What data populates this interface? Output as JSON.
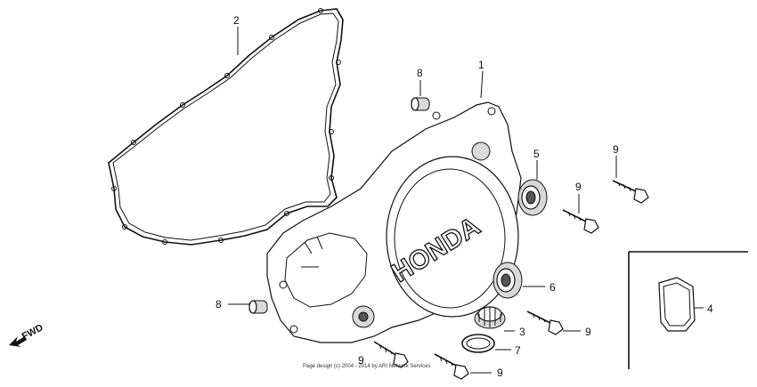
{
  "callouts": {
    "p1": "1",
    "p2": "2",
    "p3": "3",
    "p4": "4",
    "p5": "5",
    "p6": "6",
    "p7": "7",
    "p8a": "8",
    "p8b": "8",
    "p9a": "9",
    "p9b": "9",
    "p9c": "9",
    "p9d": "9",
    "p9e": "9"
  },
  "cover_logo": "HONDA",
  "fwd_label": "FWD",
  "copyright": "Page design (c) 2004 - 2014 by ARI Network Services"
}
